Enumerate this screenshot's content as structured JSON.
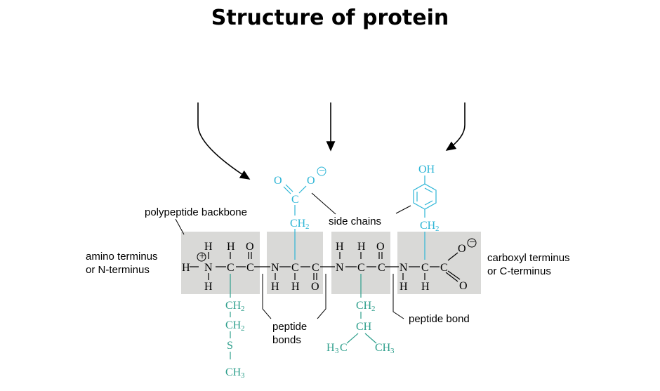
{
  "title": "Structure of protein",
  "labels": {
    "backbone": "polypeptide backbone",
    "side_chains": "side chains",
    "amino_1": "amino terminus",
    "amino_2": "or N-terminus",
    "carboxyl_1": "carboxyl terminus",
    "carboxyl_2": "or C-terminus",
    "peptide_bonds_1": "peptide",
    "peptide_bonds_2": "bonds",
    "peptide_bond": "peptide bond"
  },
  "atoms": {
    "H": "H",
    "N": "N",
    "C": "C",
    "O": "O",
    "OH": "OH",
    "S": "S",
    "CH": "CH",
    "CH2": "CH",
    "CH3": "CH",
    "sub2": "2",
    "sub3": "3",
    "H3C_H": "H",
    "H3C_C": "C",
    "plus": "+",
    "minus": "−"
  },
  "colors": {
    "box": "#d9d9d7",
    "blue_side_chain": "#2db5d6",
    "teal_side_chain": "#2e9f8c",
    "text": "#000000"
  }
}
